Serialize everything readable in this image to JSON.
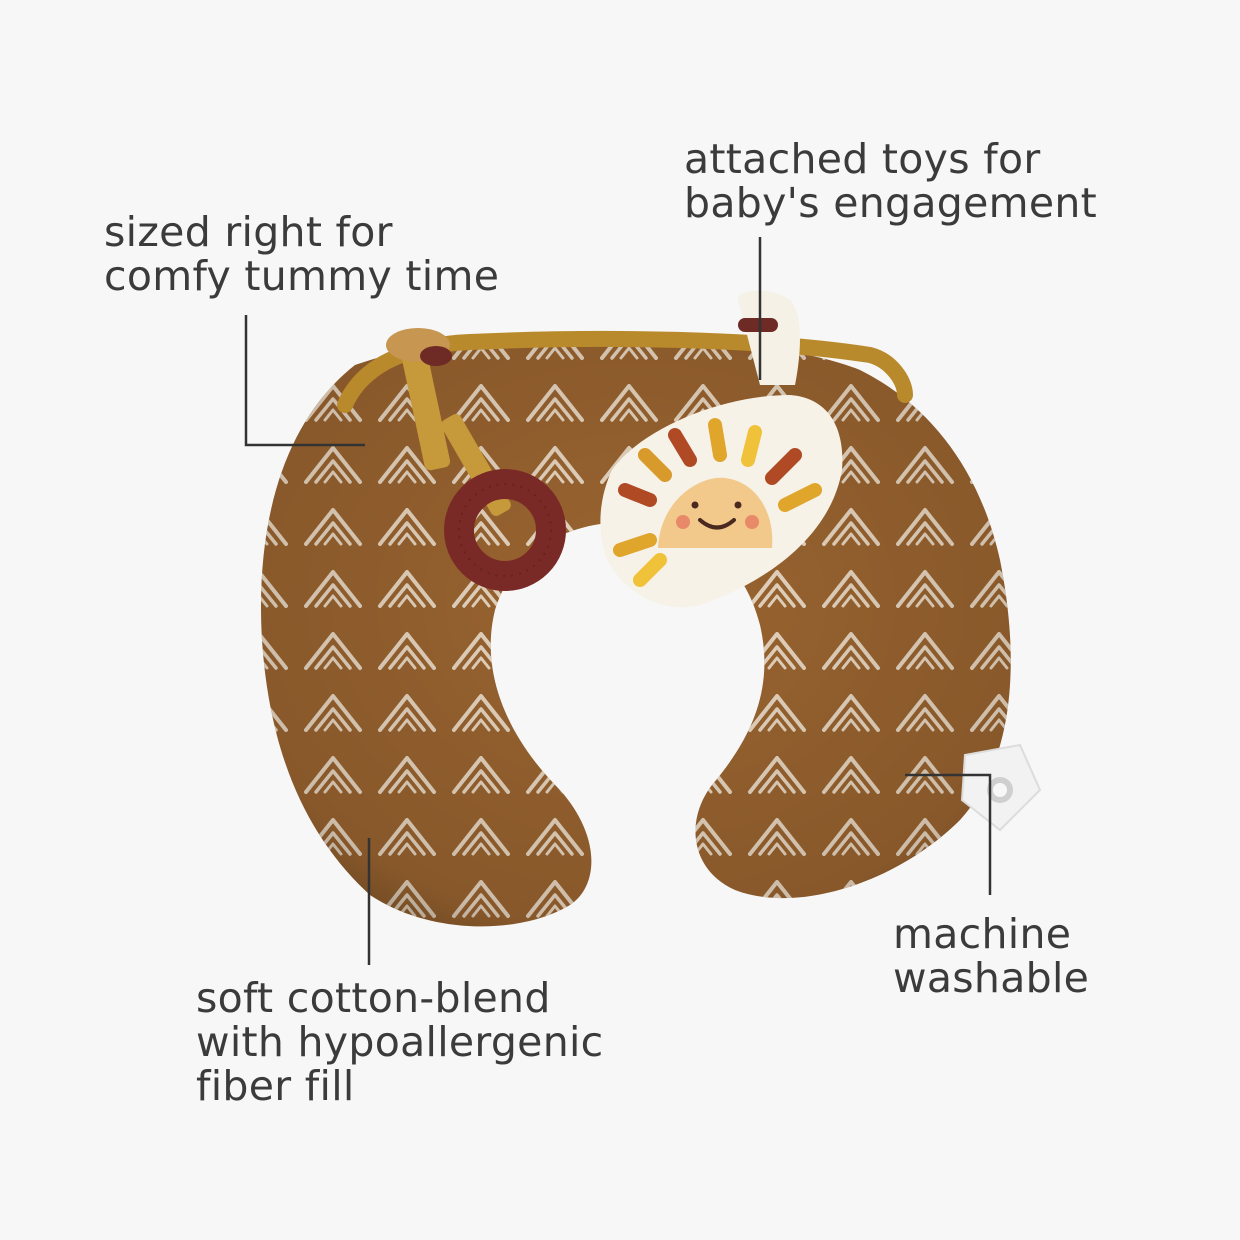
{
  "callouts": {
    "tummy_time": {
      "lines": [
        "sized right for",
        "comfy tummy time"
      ]
    },
    "toys": {
      "lines": [
        "attached toys for",
        "baby's engagement"
      ]
    },
    "washable": {
      "lines": [
        "machine",
        "washable"
      ]
    },
    "fabric": {
      "lines": [
        "soft cotton-blend",
        "with hypoallergenic",
        "fiber fill"
      ]
    }
  },
  "colors": {
    "background": "#f7f7f7",
    "pillow": "#9a6430",
    "pillow_pattern": "#efe2cf",
    "piping": "#b98a2c",
    "teether": "#7a2a26",
    "leader_line": "#333333",
    "text": "#3b3b3b"
  },
  "icons": [
    "nursing-pillow-illustration",
    "sun-toy-icon",
    "teether-ring-icon",
    "care-tag-icon"
  ]
}
